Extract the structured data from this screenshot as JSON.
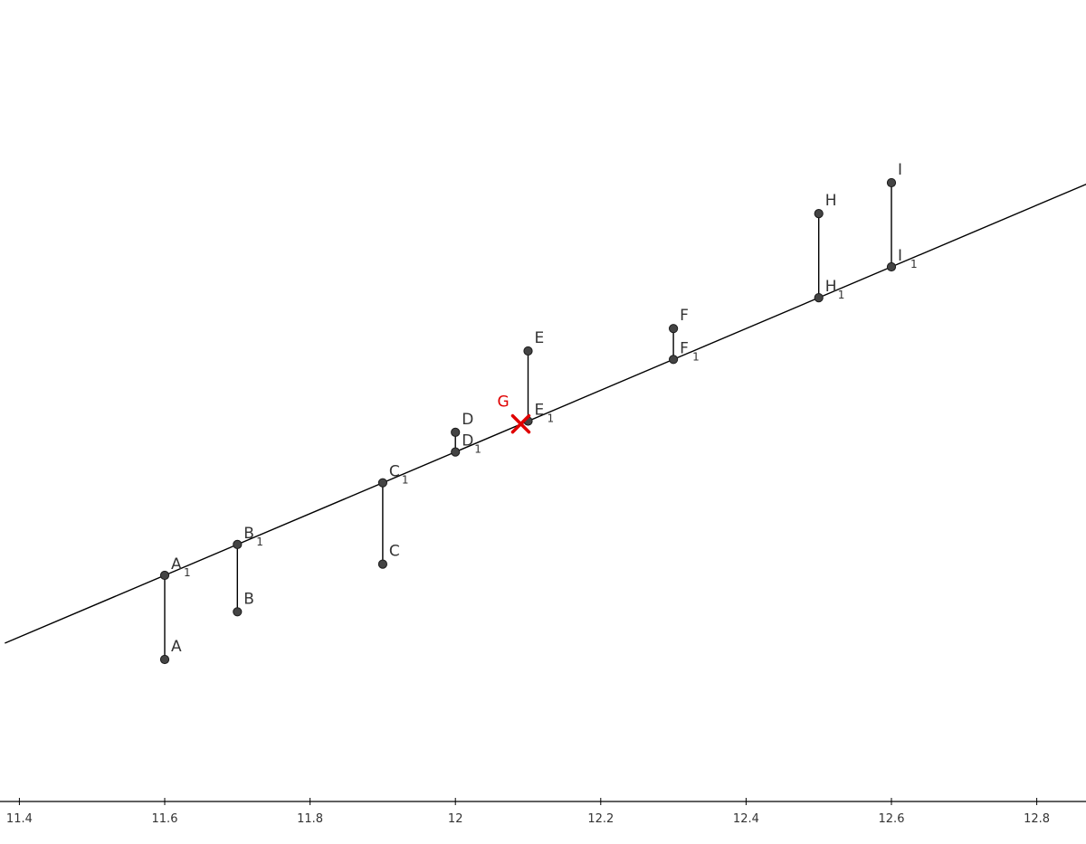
{
  "diagram": {
    "x_axis": {
      "range": [
        11.38,
        12.87
      ],
      "ticks": [
        "11.4",
        "11.6",
        "11.8",
        "12",
        "12.2",
        "12.4",
        "12.6",
        "12.8"
      ],
      "tick_values": [
        11.4,
        11.6,
        11.8,
        12.0,
        12.2,
        12.4,
        12.6,
        12.8
      ]
    },
    "line_colour": "#000000",
    "point_colour": "#444444",
    "label_colour": "#333333",
    "marker_colour": "#e00000",
    "regression_line": {
      "slope": 1.1,
      "intercept": -6.16
    },
    "points": [
      {
        "label": "A",
        "x": 11.6,
        "y": 6.3,
        "projection": {
          "label": "A",
          "sub": "1",
          "y": 6.6
        }
      },
      {
        "label": "B",
        "x": 11.7,
        "y": 6.47,
        "projection": {
          "label": "B",
          "sub": "1",
          "y": 6.71
        }
      },
      {
        "label": "C",
        "x": 11.9,
        "y": 6.64,
        "projection": {
          "label": "C",
          "sub": "1",
          "y": 6.93
        }
      },
      {
        "label": "D",
        "x": 12.0,
        "y": 7.11,
        "projection": {
          "label": "D",
          "sub": "1",
          "y": 7.04
        }
      },
      {
        "label": "E",
        "x": 12.1,
        "y": 7.4,
        "projection": {
          "label": "E",
          "sub": "1",
          "y": 7.15
        }
      },
      {
        "label": "F",
        "x": 12.3,
        "y": 7.48,
        "projection": {
          "label": "F",
          "sub": "1",
          "y": 7.37
        }
      },
      {
        "label": "H",
        "x": 12.5,
        "y": 7.89,
        "projection": {
          "label": "H",
          "sub": "1",
          "y": 7.59
        }
      },
      {
        "label": "I",
        "x": 12.6,
        "y": 8.0,
        "projection": {
          "label": "I",
          "sub": "1",
          "y": 7.7
        }
      }
    ],
    "centroid": {
      "label": "G",
      "x": 12.09,
      "y": 7.14
    }
  }
}
